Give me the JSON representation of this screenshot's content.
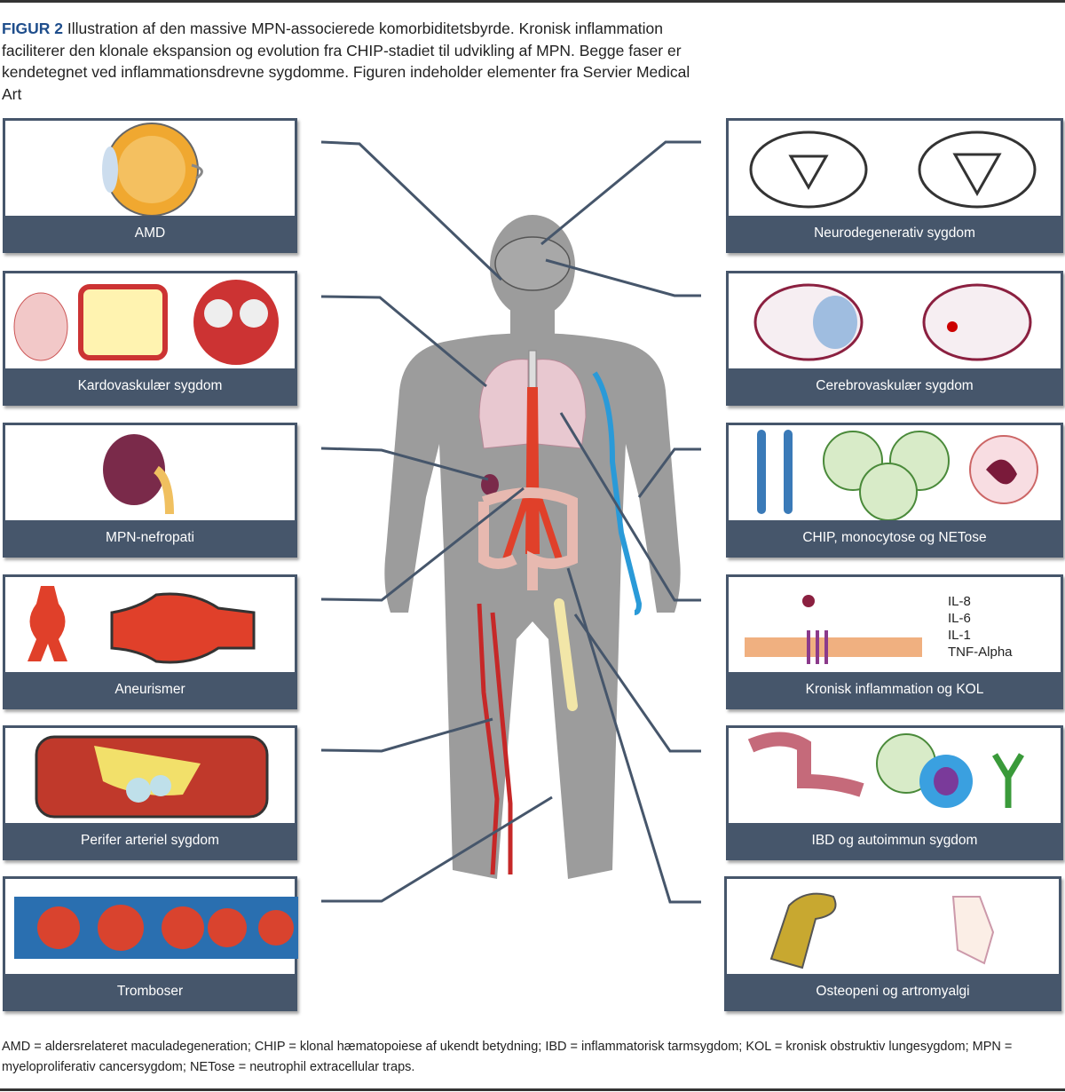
{
  "caption": {
    "label": "FIGUR 2",
    "text": " Illustration af den massive MPN-associerede komorbiditetsbyrde. Kronisk inflammation faciliterer den klonale ekspansion og evolution fra CHIP-stadiet til udvikling af MPN. Begge faser er kendetegnet ved inflammationsdrevne sygdomme. Figuren indeholder elementer fra Servier Medical Art"
  },
  "left_boxes": [
    {
      "label": "AMD"
    },
    {
      "label": "Kardovaskulær sygdom"
    },
    {
      "label": "MPN-nefropati"
    },
    {
      "label": "Aneurismer"
    },
    {
      "label": "Perifer arteriel sygdom"
    },
    {
      "label": "Tromboser"
    }
  ],
  "right_boxes": [
    {
      "label": "Neurodegenerativ sygdom"
    },
    {
      "label": "Cerebrovaskulær sygdom"
    },
    {
      "label": "CHIP, monocytose og NETose"
    },
    {
      "label": "Kronisk inflammation og KOL"
    },
    {
      "label": "IBD og autoimmun sygdom"
    },
    {
      "label": "Osteopeni og artromyalgi"
    }
  ],
  "cytokines": [
    "IL-8",
    "IL-6",
    "IL-1",
    "TNF-Alpha"
  ],
  "footnote": "AMD = aldersrelateret maculadegeneration; CHIP = klonal hæmatopoiese af ukendt betydning; IBD = inflammatorisk tarmsygdom; KOL = kronisk obstruktiv lungesygdom; MPN = myeloproliferativ cancersygdom; NETose = neutrophil extracellular traps.",
  "colors": {
    "accent": "#1f4e8c",
    "box": "#46566b",
    "body": "#9a9a9a"
  }
}
